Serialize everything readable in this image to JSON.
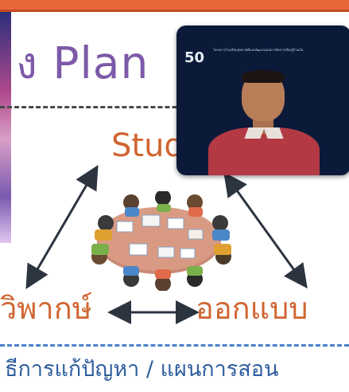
{
  "slide": {
    "title": "ง Plan",
    "study_label": "Stud",
    "critique_label": "วิพากษ์",
    "design_label": "ออกแบบ",
    "method_label": "ธีการแก้ปัญหา / แผนการสอน"
  },
  "video": {
    "logo_text": "50",
    "caption": "โครงการโรงเรียนสุขภาพดีและพัฒนาแผนการจัดการเรียนรู้ร่วมกัน"
  },
  "colors": {
    "top_bar": "#e8663a",
    "title": "#7d5aa8",
    "accent_orange": "#d06530",
    "method_blue": "#2e5e9e",
    "video_bg": "#0c1a3a"
  }
}
